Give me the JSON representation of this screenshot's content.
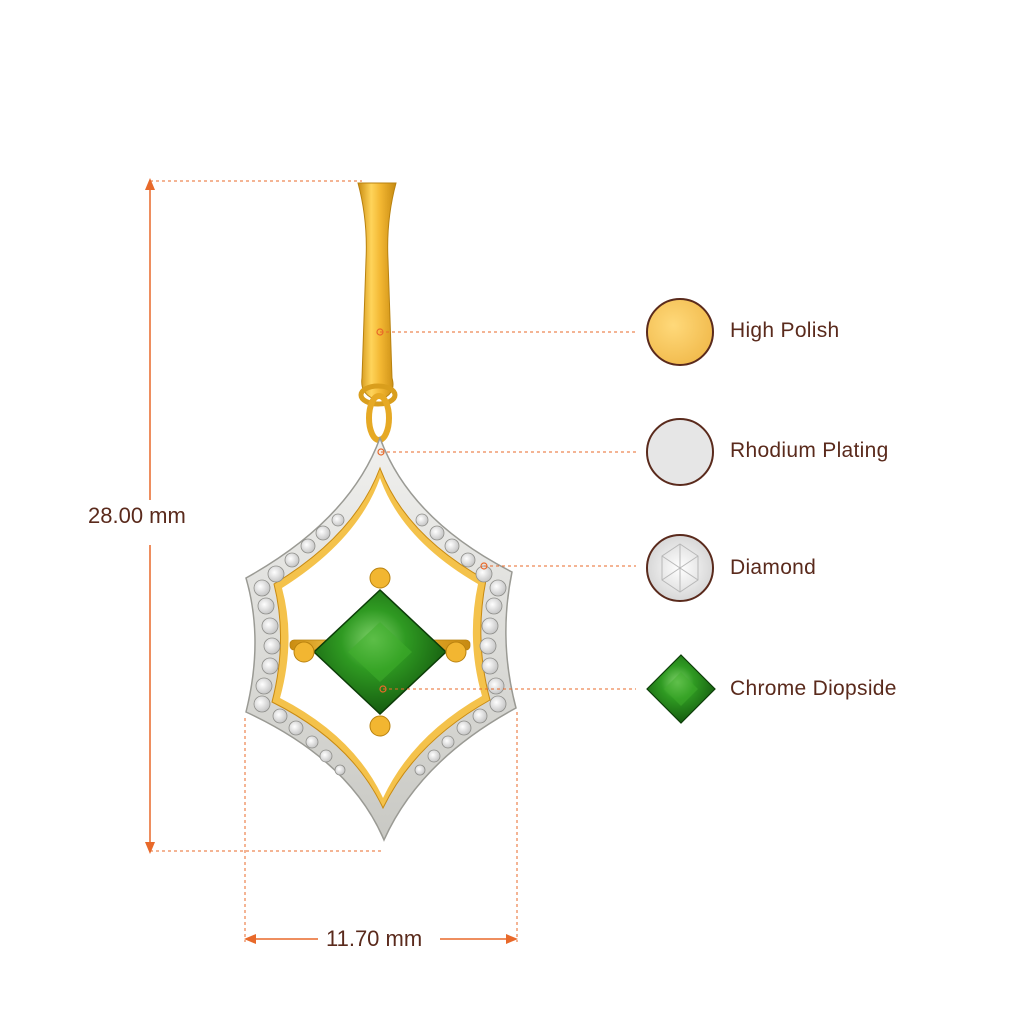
{
  "dimensions": {
    "height_label": "28.00 mm",
    "width_label": "11.70 mm"
  },
  "legend": {
    "items": [
      {
        "label": "High Polish",
        "icon": "gold-swatch-icon",
        "color": "#f6c45c"
      },
      {
        "label": "Rhodium Plating",
        "icon": "rhodium-swatch-icon",
        "color": "#e6e6e6"
      },
      {
        "label": "Diamond",
        "icon": "diamond-swatch-icon",
        "color": "#f2f2f2"
      },
      {
        "label": "Chrome Diopside",
        "icon": "chrome-diopside-swatch-icon",
        "color": "#1f7a1a"
      }
    ]
  },
  "colors": {
    "leader_line": "#e8692a",
    "text": "#5a2a1c",
    "swatch_border": "#5a2a1c",
    "gold": "#f2b631",
    "gold_dark": "#c98b10",
    "gem_green": "#1f7a1a"
  }
}
